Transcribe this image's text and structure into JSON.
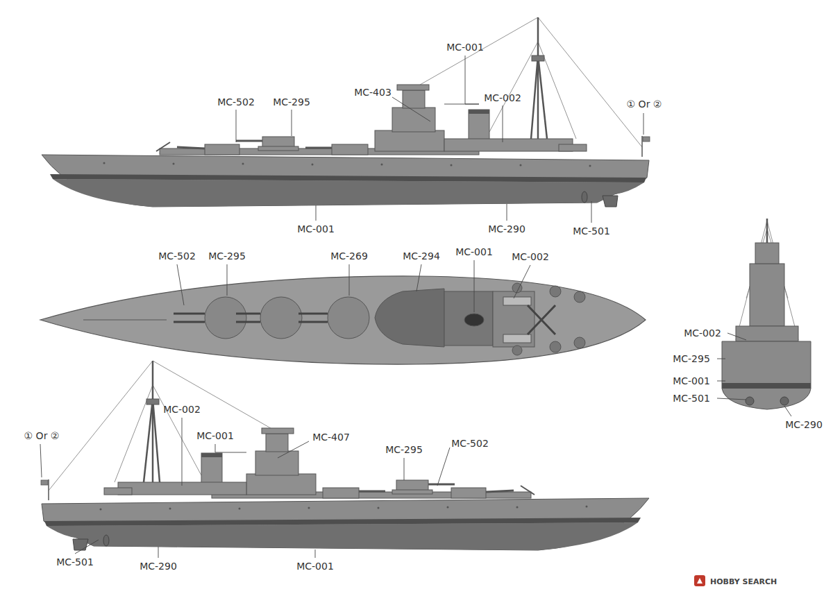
{
  "diagram": {
    "labels": [
      "MC-001",
      "MC-502",
      "MC-295",
      "MC-403",
      "MC-002",
      "① Or ②",
      "MC-001",
      "MC-290",
      "MC-501",
      "MC-502",
      "MC-295",
      "MC-269",
      "MC-294",
      "MC-001",
      "MC-002",
      "MC-002",
      "MC-295",
      "MC-001",
      "MC-501",
      "MC-290",
      "① Or ②",
      "MC-002",
      "MC-001",
      "MC-407",
      "MC-295",
      "MC-502",
      "MC-501",
      "MC-290",
      "MC-001",
      "HOBBY SEARCH"
    ]
  }
}
